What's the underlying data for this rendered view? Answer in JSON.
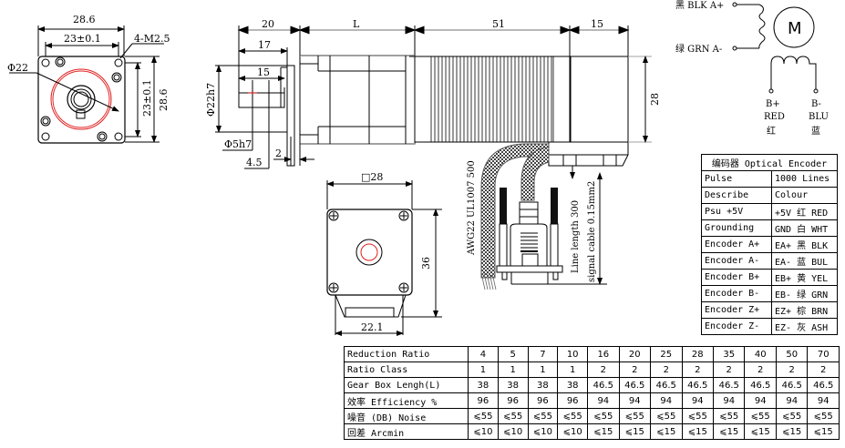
{
  "front_view": {
    "width_overall": "28.6",
    "hole_spacing": "23±0.1",
    "thread_callout": "4-M2.5",
    "circle_diameter": "Φ22",
    "height_spacing": "23±0.1",
    "height_overall": "28.6"
  },
  "side_view": {
    "dim_20": "20",
    "dim_L": "L",
    "dim_51": "51",
    "dim_15": "15",
    "dim_17": "17",
    "dim_15_shaft": "15",
    "dia_22h7": "Φ22h7",
    "dia_5h7": "Φ5h7",
    "dim_2": "2",
    "dim_4_5": "4.5",
    "height_28": "28"
  },
  "back_view": {
    "square_28": "□28",
    "height_36": "36",
    "width_22_1": "22.1"
  },
  "cable": {
    "awg_label": "AWG22 UL1007 500",
    "line_length_label": "Line length 300",
    "signal_cable_label": "signal cable 0.15mm2"
  },
  "wiring": {
    "a_plus": "黑 BLK A+",
    "a_minus": "绿 GRN A-",
    "motor_symbol": "M",
    "b_plus": "B+",
    "b_plus_color": "RED",
    "b_plus_cn": "红",
    "b_minus": "B-",
    "b_minus_color": "BLU",
    "b_minus_cn": "蓝"
  },
  "encoder_table": {
    "title": "编码器 Optical Encoder",
    "rows": [
      {
        "name": "Pulse",
        "value": "1000 Lines"
      },
      {
        "name": "Describe",
        "value": "Colour"
      },
      {
        "name": "Psu +5V",
        "value": "+5V 红 RED"
      },
      {
        "name": "Grounding",
        "value": "GND 白 WHT"
      },
      {
        "name": "Encoder A+",
        "value": "EA+ 黑 BLK"
      },
      {
        "name": "Encoder A-",
        "value": "EA- 蓝 BUL"
      },
      {
        "name": "Encoder B+",
        "value": "EB+ 黄 YEL"
      },
      {
        "name": "Encoder B-",
        "value": "EB- 绿 GRN"
      },
      {
        "name": "Encoder Z+",
        "value": "EZ+ 棕 BRN"
      },
      {
        "name": "Encoder Z-",
        "value": "EZ- 灰 ASH"
      }
    ]
  },
  "ratio_table": {
    "rows": [
      {
        "label": "Reduction Ratio",
        "values": [
          "4",
          "5",
          "7",
          "10",
          "16",
          "20",
          "25",
          "28",
          "35",
          "40",
          "50",
          "70"
        ]
      },
      {
        "label": " Ratio Class",
        "values": [
          "1",
          "1",
          "1",
          "1",
          "2",
          "2",
          "2",
          "2",
          "2",
          "2",
          "2",
          "2"
        ]
      },
      {
        "label": "Gear Box Lengh(L)",
        "values": [
          "38",
          "38",
          "38",
          "38",
          "46.5",
          "46.5",
          "46.5",
          "46.5",
          "46.5",
          "46.5",
          "46.5",
          "46.5"
        ]
      },
      {
        "label": "效率 Efficiency %",
        "values": [
          "96",
          "96",
          "96",
          "96",
          "94",
          "94",
          "94",
          "94",
          "94",
          "94",
          "94",
          "94"
        ]
      },
      {
        "label": "噪音 (DB) Noise",
        "values": [
          "⩽55",
          "⩽55",
          "⩽55",
          "⩽55",
          "⩽55",
          "⩽55",
          "⩽55",
          "⩽55",
          "⩽55",
          "⩽55",
          "⩽55",
          "⩽55"
        ]
      },
      {
        "label": "回差 Arcmin",
        "values": [
          "⩽10",
          "⩽10",
          "⩽10",
          "⩽10",
          "⩽15",
          "⩽15",
          "⩽15",
          "⩽15",
          "⩽15",
          "⩽15",
          "⩽15",
          "⩽15"
        ]
      }
    ]
  },
  "colors": {
    "line": "#000000",
    "accent_red": "#e02020",
    "gray_line": "#a0a0a0"
  }
}
